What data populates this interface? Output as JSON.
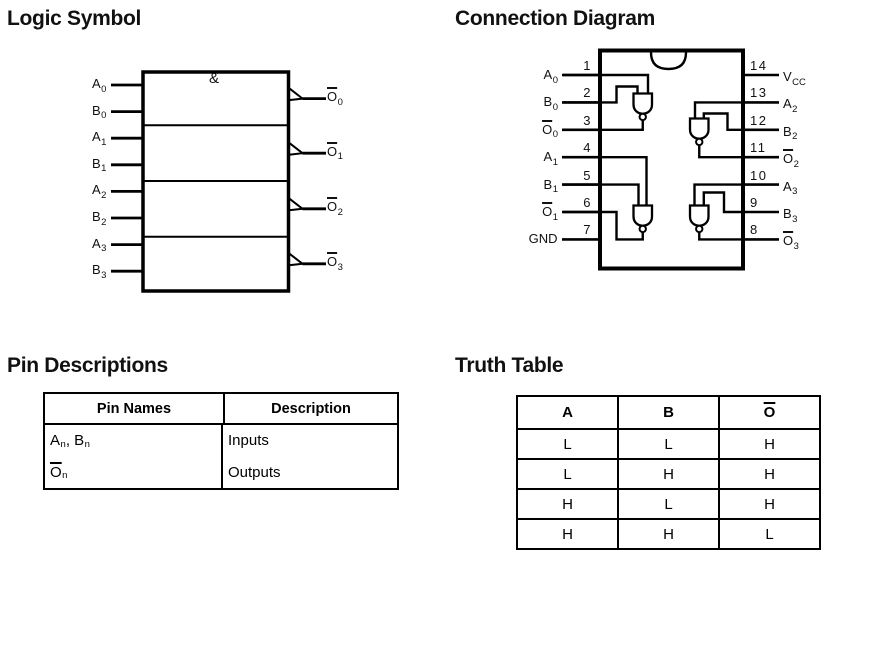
{
  "colors": {
    "ink": "#000000",
    "background": "#ffffff"
  },
  "sections": {
    "logic_symbol": "Logic Symbol",
    "connection_diagram": "Connection Diagram",
    "pin_descriptions": "Pin Descriptions",
    "truth_table": "Truth Table"
  },
  "logic_symbol": {
    "function_label": "&",
    "inputs": [
      {
        "base": "A",
        "sub": "0"
      },
      {
        "base": "B",
        "sub": "0"
      },
      {
        "base": "A",
        "sub": "1"
      },
      {
        "base": "B",
        "sub": "1"
      },
      {
        "base": "A",
        "sub": "2"
      },
      {
        "base": "B",
        "sub": "2"
      },
      {
        "base": "A",
        "sub": "3"
      },
      {
        "base": "B",
        "sub": "3"
      }
    ],
    "outputs": [
      {
        "base": "O",
        "sub": "0",
        "bar": true
      },
      {
        "base": "O",
        "sub": "1",
        "bar": true
      },
      {
        "base": "O",
        "sub": "2",
        "bar": true
      },
      {
        "base": "O",
        "sub": "3",
        "bar": true
      }
    ]
  },
  "connection_diagram": {
    "left_pins": [
      {
        "number": "1",
        "base": "A",
        "sub": "0",
        "bar": false
      },
      {
        "number": "2",
        "base": "B",
        "sub": "0",
        "bar": false
      },
      {
        "number": "3",
        "base": "O",
        "sub": "0",
        "bar": true
      },
      {
        "number": "4",
        "base": "A",
        "sub": "1",
        "bar": false
      },
      {
        "number": "5",
        "base": "B",
        "sub": "1",
        "bar": false
      },
      {
        "number": "6",
        "base": "O",
        "sub": "1",
        "bar": true
      },
      {
        "number": "7",
        "base": "GND",
        "sub": "",
        "bar": false
      }
    ],
    "right_pins": [
      {
        "number": "14",
        "base": "V",
        "sub": "CC",
        "bar": false
      },
      {
        "number": "13",
        "base": "A",
        "sub": "2",
        "bar": false
      },
      {
        "number": "12",
        "base": "B",
        "sub": "2",
        "bar": false
      },
      {
        "number": "11",
        "base": "O",
        "sub": "2",
        "bar": true
      },
      {
        "number": "10",
        "base": "A",
        "sub": "3",
        "bar": false
      },
      {
        "number": "9",
        "base": "B",
        "sub": "3",
        "bar": false
      },
      {
        "number": "8",
        "base": "O",
        "sub": "3",
        "bar": true
      }
    ]
  },
  "pin_descriptions": {
    "headers": [
      "Pin Names",
      "Description"
    ],
    "rows": [
      {
        "name_parts": [
          {
            "base": "A",
            "sub": "n"
          },
          {
            "base": ", "
          },
          {
            "base": "B",
            "sub": "n"
          }
        ],
        "description": "Inputs"
      },
      {
        "name_parts": [
          {
            "base": "O",
            "sub": "n",
            "bar": true
          }
        ],
        "description": "Outputs"
      }
    ]
  },
  "truth_table": {
    "headers": [
      {
        "base": "A",
        "bar": false
      },
      {
        "base": "B",
        "bar": false
      },
      {
        "base": "O",
        "bar": true
      }
    ],
    "rows": [
      [
        "L",
        "L",
        "H"
      ],
      [
        "L",
        "H",
        "H"
      ],
      [
        "H",
        "L",
        "H"
      ],
      [
        "H",
        "H",
        "L"
      ]
    ]
  }
}
